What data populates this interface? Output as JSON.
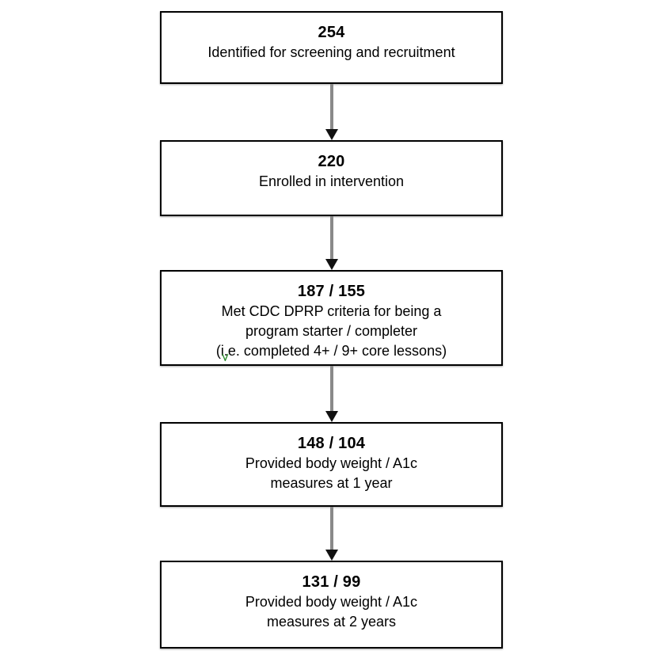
{
  "diagram": {
    "title": "Participant flow diagram",
    "type": "flowchart",
    "background_color": "#ffffff",
    "box_border_color": "#000000",
    "arrow_shaft_color": "#8a8a8a",
    "arrow_head_color": "#111111",
    "spellcheck_mark_color": "#2e8b2e"
  },
  "nodes": [
    {
      "id": "identified",
      "count": "254",
      "lines": [
        "Identified for screening and recruitment"
      ]
    },
    {
      "id": "enrolled",
      "count": "220",
      "lines": [
        "Enrolled in intervention"
      ]
    },
    {
      "id": "dprp-criteria",
      "count": "187 / 155",
      "lines": [
        "Met CDC DPRP criteria for being a",
        "program starter / completer",
        "(i.e. completed 4+ / 9+ core lessons)"
      ],
      "line3_parts": {
        "before": "(",
        "flagged": "i",
        "after": ".e. completed 4+ / 9+ core lessons)"
      }
    },
    {
      "id": "measures-1-year",
      "count": "148 / 104",
      "lines": [
        "Provided body weight / A1c",
        "measures at 1 year"
      ]
    },
    {
      "id": "measures-2-years",
      "count": "131 / 99",
      "lines": [
        "Provided body weight / A1c",
        "measures at 2 years"
      ]
    }
  ],
  "connectors": [
    {
      "id": "arrow-identified-to-enrolled",
      "from": "identified",
      "to": "enrolled",
      "icon": "arrow-down-icon"
    },
    {
      "id": "arrow-enrolled-to-criteria",
      "from": "enrolled",
      "to": "dprp-criteria",
      "icon": "arrow-down-icon"
    },
    {
      "id": "arrow-criteria-to-1year",
      "from": "dprp-criteria",
      "to": "measures-1-year",
      "icon": "arrow-down-icon"
    },
    {
      "id": "arrow-1year-to-2years",
      "from": "measures-1-year",
      "to": "measures-2-years",
      "icon": "arrow-down-icon"
    }
  ]
}
